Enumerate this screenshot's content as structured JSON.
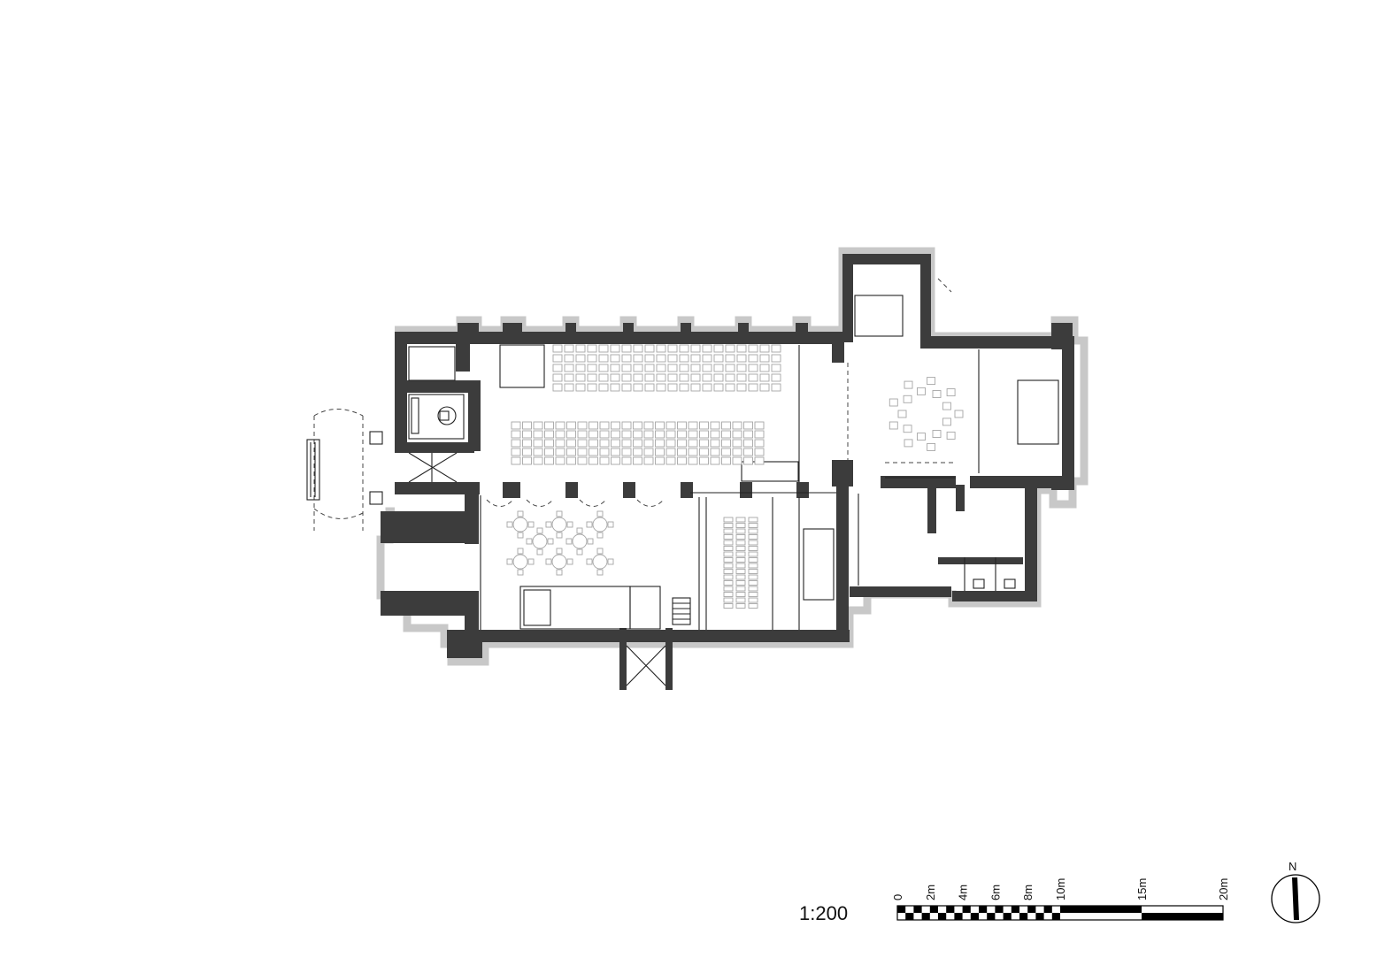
{
  "drawing": {
    "scale_label": "1:200"
  },
  "scale_bar": {
    "labels": [
      "0",
      "2m",
      "4m",
      "6m",
      "8m",
      "10m",
      "15m",
      "20m"
    ],
    "units": "m",
    "total_m": 20
  },
  "north_arrow": {
    "label": "N",
    "icon": "north-arrow-icon"
  },
  "colors": {
    "wall": "#3c3c3c",
    "wall_halo": "#c8c8c8",
    "line": "#222222",
    "furniture": "#a6a6a6"
  }
}
